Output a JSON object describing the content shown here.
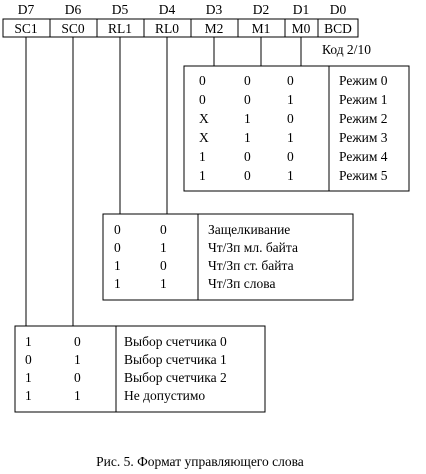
{
  "bits": [
    {
      "num": "D7",
      "name": "SC1"
    },
    {
      "num": "D6",
      "name": "SC0"
    },
    {
      "num": "D5",
      "name": "RL1"
    },
    {
      "num": "D4",
      "name": "RL0"
    },
    {
      "num": "D3",
      "name": "M2"
    },
    {
      "num": "D2",
      "name": "M1"
    },
    {
      "num": "D1",
      "name": "M0"
    },
    {
      "num": "D0",
      "name": "BCD"
    }
  ],
  "code_note": "Код 2/10",
  "mode_table": {
    "rows": [
      {
        "m2": "0",
        "m1": "0",
        "m0": "0",
        "label": "Режим 0"
      },
      {
        "m2": "0",
        "m1": "0",
        "m0": "1",
        "label": "Режим 1"
      },
      {
        "m2": "X",
        "m1": "1",
        "m0": "0",
        "label": "Режим 2"
      },
      {
        "m2": "X",
        "m1": "1",
        "m0": "1",
        "label": "Режим 3"
      },
      {
        "m2": "1",
        "m1": "0",
        "m0": "0",
        "label": "Режим 4"
      },
      {
        "m2": "1",
        "m1": "0",
        "m0": "1",
        "label": "Режим 5"
      }
    ]
  },
  "rl_table": {
    "rows": [
      {
        "b1": "0",
        "b0": "0",
        "label": "Защелкивание"
      },
      {
        "b1": "0",
        "b0": "1",
        "label": "Чт/Зп  мл. байта"
      },
      {
        "b1": "1",
        "b0": "0",
        "label": "Чт/Зп  ст. байта"
      },
      {
        "b1": "1",
        "b0": "1",
        "label": "Чт/Зп  слова"
      }
    ]
  },
  "sc_table": {
    "rows": [
      {
        "b1": "1",
        "b0": "0",
        "label": "Выбор счетчика 0"
      },
      {
        "b1": "0",
        "b0": "1",
        "label": "Выбор счетчика 1"
      },
      {
        "b1": "1",
        "b0": "0",
        "label": "Выбор счетчика 2"
      },
      {
        "b1": "1",
        "b0": "1",
        "label": "Не допустимо"
      }
    ]
  },
  "caption": "Рис. 5.  Формат управляющего слова"
}
